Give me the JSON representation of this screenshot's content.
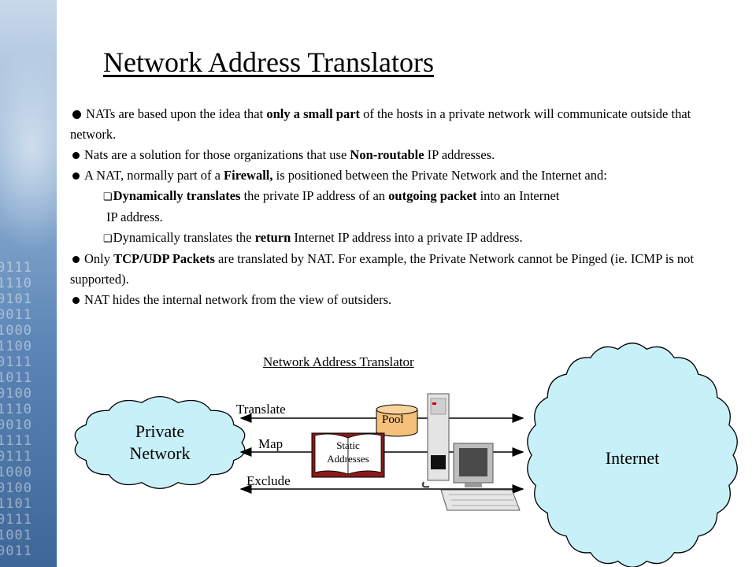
{
  "title": "Network Address Translators",
  "bullets": {
    "b1_a": "NATs are based upon the idea that ",
    "b1_bold": "only a small part",
    "b1_b": " of the hosts in a private network will communicate outside that network.",
    "b2_a": "Nats are a solution for those organizations that use ",
    "b2_bold": "Non-routable",
    "b2_b": " IP addresses.",
    "b3_a": "A NAT, normally part of a ",
    "b3_bold": "Firewall,",
    "b3_b": " is positioned between the Private Network and the Internet and:",
    "s1_bold1": "Dynamically translates",
    "s1_a": " the private IP address of an ",
    "s1_bold2": "outgoing packet",
    "s1_b": " into an Internet",
    "s1_c": "IP address.",
    "s2_a": "Dynamically translates the ",
    "s2_bold": "return",
    "s2_b": " Internet IP address into a private IP address.",
    "b4_a": "Only ",
    "b4_bold": "TCP/UDP Packets",
    "b4_b": " are translated by NAT. For example, the Private Network cannot be Pinged (ie. ICMP is not supported).",
    "b5": "NAT hides the internal network from the view of outsiders."
  },
  "diagram": {
    "title": "Network Address Translator",
    "private_network_line1": "Private",
    "private_network_line2": "Network",
    "internet": "Internet",
    "translate": "Translate",
    "map": "Map",
    "exclude": "Exclude",
    "pool": "Pool",
    "static_line1": "Static",
    "static_line2": "Addresses"
  },
  "colors": {
    "cloud_fill": "#c8f0f8",
    "pool_fill": "#f4c07a",
    "book_cover": "#8b1a1a"
  },
  "sidebar_digits": "0111\n1110\n0101\n0011\n1000\n1100\n0111\n1011\n0100\n1110\n0010\n1111\n0111\n1000\n0100\n1101\n0111\n1001\n0011"
}
